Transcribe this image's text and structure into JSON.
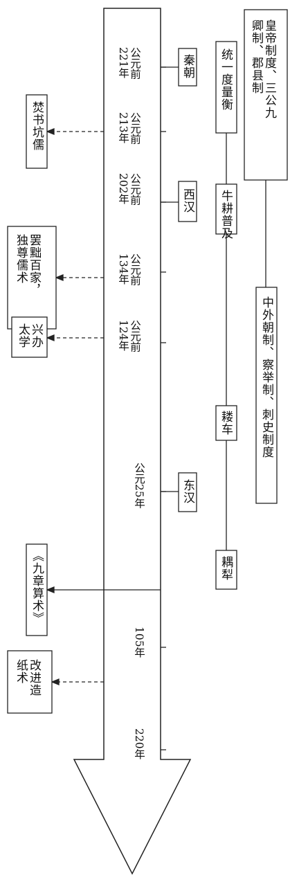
{
  "timeline": {
    "dates": [
      {
        "id": "d1",
        "lines": [
          "公元前",
          "221年"
        ]
      },
      {
        "id": "d2",
        "lines": [
          "公元前",
          "213年"
        ]
      },
      {
        "id": "d3",
        "lines": [
          "公元前",
          "202年"
        ]
      },
      {
        "id": "d4",
        "lines": [
          "公元前",
          "134年"
        ]
      },
      {
        "id": "d5",
        "lines": [
          "公元前",
          "124年"
        ]
      },
      {
        "id": "d6",
        "lines": [
          "公元25年"
        ]
      },
      {
        "id": "d7",
        "lines": [
          "105年"
        ]
      },
      {
        "id": "d8",
        "lines": [
          "220年"
        ]
      }
    ]
  },
  "dynasties": {
    "qin": "秦朝",
    "western_han": "西汉",
    "eastern_han": "东汉"
  },
  "institutions": {
    "emperor_system": [
      "皇帝制度、三公九",
      "卿制、郡县制"
    ],
    "standardize_measures": "统一度量衡",
    "han_systems": "中外朝制、察举制、刺史制度"
  },
  "agriculture": {
    "ox_plowing": "牛耕普及",
    "seed_drill": "耧车",
    "plow": "耦犁"
  },
  "events": {
    "book_burning": "焚书坑儒",
    "confucianism": [
      "罢黜百家，",
      "独尊儒术"
    ],
    "taixue": [
      "兴办",
      "太学"
    ],
    "nine_chapters": "《九章算术》",
    "papermaking": [
      "改进造",
      "纸术"
    ]
  }
}
